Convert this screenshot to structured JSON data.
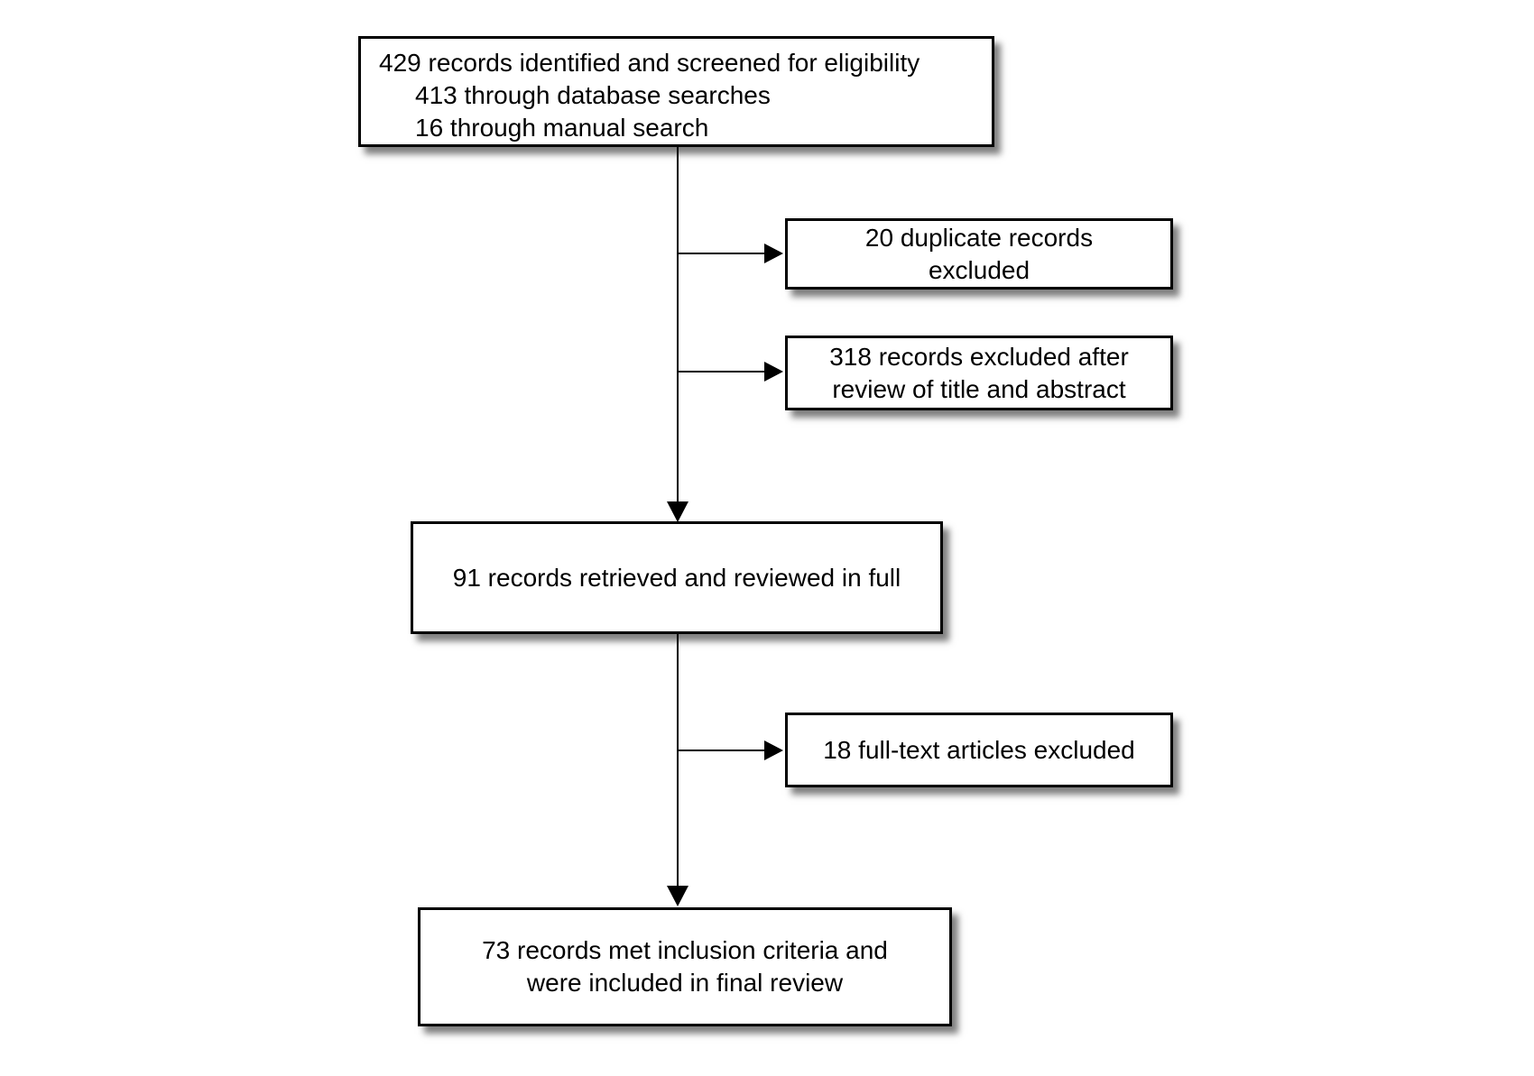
{
  "flowchart": {
    "kind": "records-screening-flow-diagram",
    "colors": {
      "background": "#ffffff",
      "box_fill": "#ffffff",
      "box_border": "#000000",
      "line": "#000000",
      "shadow": "rgba(0,0,0,0.5)"
    },
    "nodes": [
      {
        "id": "identified",
        "lines": [
          "429 records identified and screened for eligibility",
          "413 through database searches",
          "16 through manual search"
        ]
      },
      {
        "id": "duplicates-excluded",
        "lines": [
          "20 duplicate records",
          "excluded"
        ]
      },
      {
        "id": "title-abstract-excluded",
        "lines": [
          "318 records excluded after",
          "review of title and abstract"
        ]
      },
      {
        "id": "retrieved",
        "lines": [
          "91 records retrieved and reviewed in full"
        ]
      },
      {
        "id": "fulltext-excluded",
        "lines": [
          "18 full-text articles excluded"
        ]
      },
      {
        "id": "included",
        "lines": [
          "73 records met inclusion criteria and",
          "were included in final review"
        ]
      }
    ],
    "edges": [
      {
        "from": "identified",
        "to": "duplicates-excluded"
      },
      {
        "from": "identified",
        "to": "title-abstract-excluded"
      },
      {
        "from": "identified",
        "to": "retrieved"
      },
      {
        "from": "retrieved",
        "to": "fulltext-excluded"
      },
      {
        "from": "retrieved",
        "to": "included"
      }
    ]
  }
}
